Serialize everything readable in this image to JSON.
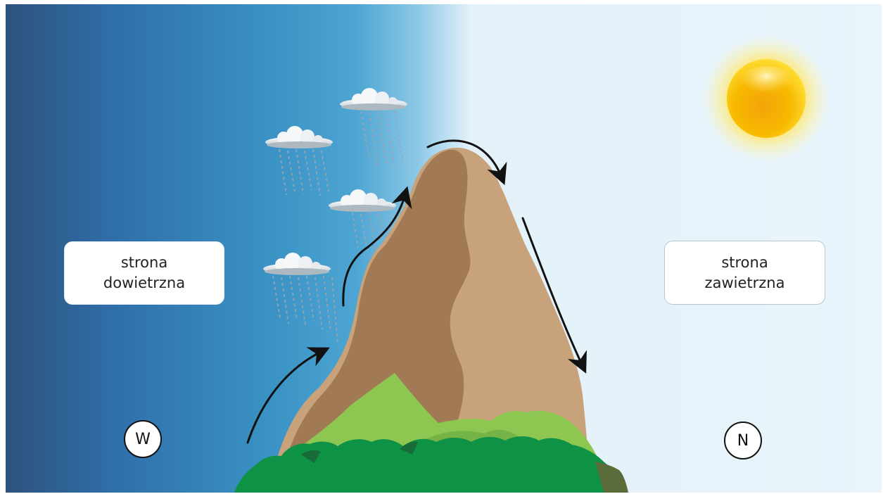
{
  "labels": {
    "windward_line1": "strona",
    "windward_line2": "dowietrzna",
    "leeward_line1": "strona",
    "leeward_line2": "zawietrzna"
  },
  "directions": {
    "west": "W",
    "north": "N"
  },
  "colors": {
    "sky_dark": "#2e527e",
    "sky_mid": "#3a92c4",
    "sky_light": "#e9f4fb",
    "mountain_light": "#c8a27a",
    "mountain_dark": "#a17a55",
    "grass_light": "#8dc651",
    "forest_dark": "#0e9245",
    "sun": "#f7b500",
    "arrow": "#111111"
  },
  "icons": [
    "sun-icon",
    "rain-cloud-icon",
    "airflow-arrow-icon",
    "mountain-icon"
  ]
}
